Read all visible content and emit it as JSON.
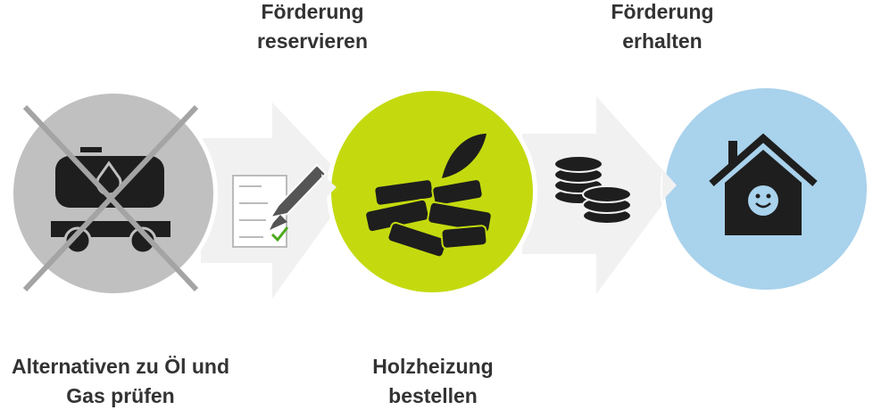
{
  "steps": [
    {
      "label_line1": "Alternativen zu Öl und",
      "label_line2": "Gas prüfen",
      "icon": "crossed-oil-tank-wagon-icon",
      "color": "#c0c0c0"
    },
    {
      "label_line1": "Holzheizung",
      "label_line2": "bestellen",
      "icon": "wood-pellets-icon",
      "color": "#c4da0f"
    },
    {
      "label_line1": "",
      "label_line2": "",
      "icon": "happy-house-icon",
      "color": "#a9d2ec"
    }
  ],
  "transitions": [
    {
      "label_line1": "Förderung",
      "label_line2": "reservieren",
      "icon": "document-pencil-check-icon"
    },
    {
      "label_line1": "Förderung",
      "label_line2": "erhalten",
      "icon": "coins-icon"
    }
  ],
  "colors": {
    "arrow": "#f1f1f1",
    "icon": "#1e1e1e",
    "text": "#333333",
    "check": "#4caa1c"
  }
}
